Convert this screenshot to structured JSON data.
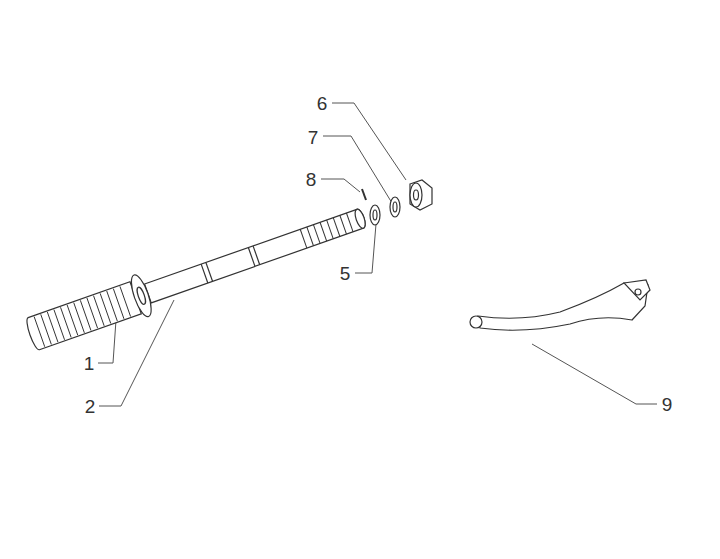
{
  "diagram": {
    "labels": [
      "6",
      "7",
      "8",
      "5",
      "1",
      "2",
      "9"
    ]
  }
}
